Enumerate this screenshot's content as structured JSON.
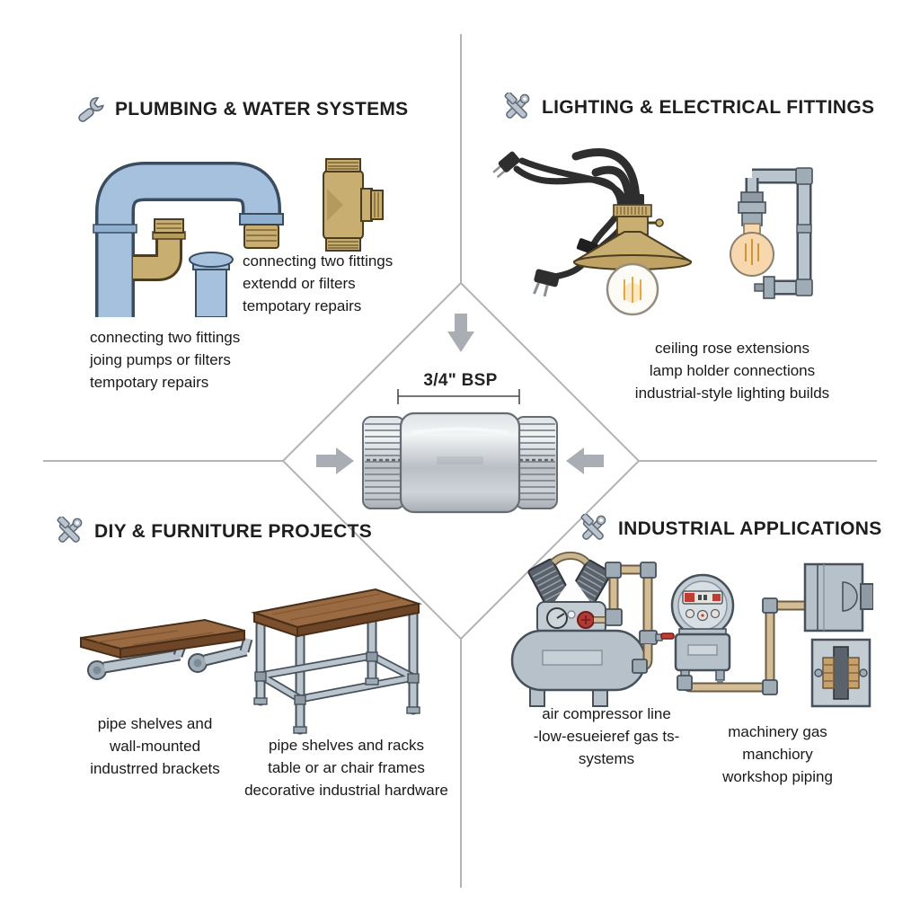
{
  "center": {
    "dimension_label": "3/4\" BSP",
    "illustration": "galvanized-pipe-nipple"
  },
  "quadrants": {
    "plumbing": {
      "title": "PLUMBING & WATER SYSTEMS",
      "icon": "wrench-icon",
      "notes_a": [
        "connecting two fittings",
        "extendd or filters",
        "tempotary repairs"
      ],
      "notes_b": [
        "connecting two fittings",
        "joing pumps or filters",
        "tempotary repairs"
      ]
    },
    "lighting": {
      "title": "LIGHTING & ELECTRICAL FITTINGS",
      "icon": "crossed-tools-icon",
      "notes_a": [
        "ceiling rose extensions",
        "lamp holder connections",
        "industrial-style lighting builds"
      ]
    },
    "diy": {
      "title": "DIY & FURNITURE PROJECTS",
      "icon": "crossed-tools-icon",
      "notes_a": [
        "pipe shelves and",
        "wall-mounted",
        "industrred brackets"
      ],
      "notes_b": [
        "pipe shelves and racks",
        "table or ar chair frames",
        "decorative industrial hardware"
      ]
    },
    "industrial": {
      "title": "INDUSTRIAL APPLICATIONS",
      "icon": "crossed-tools-icon",
      "notes_a": [
        "air compressor line",
        "-low-esueieref gas ts-",
        "systems"
      ],
      "notes_b": [
        "machinery gas",
        "manchiory",
        "workshop piping"
      ]
    }
  },
  "colors": {
    "background": "#ffffff",
    "divider": "#b3b3b3",
    "arrow": "#a9aeb4",
    "heading_text": "#1e1e1e",
    "body_text": "#191919",
    "pipe_blue": "#a6c1dd",
    "brass": "#c9ae72",
    "steel_gray": "#b9c3cc",
    "tan_pipe": "#d2bd97",
    "wood_brown": "#9a6a42",
    "bulb_warm": "#f6d7ae",
    "accent_red": "#c23b33"
  }
}
